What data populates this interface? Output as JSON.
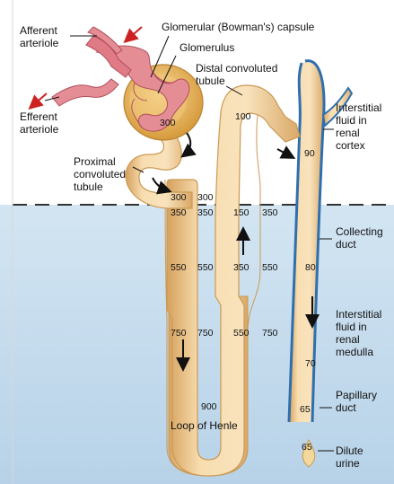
{
  "labels": {
    "afferent": [
      "Afferent",
      "arteriole"
    ],
    "efferent": [
      "Efferent",
      "arteriole"
    ],
    "capsule": "Glomerular (Bowman's) capsule",
    "glomerulus": "Glomerulus",
    "distal": [
      "Distal convoluted",
      "tubule"
    ],
    "proximal": [
      "Proximal",
      "convoluted",
      "tubule"
    ],
    "interstitial_cortex": [
      "Interstitial",
      "fluid in",
      "renal",
      "cortex"
    ],
    "collecting_duct": [
      "Collecting",
      "duct"
    ],
    "interstitial_medulla": [
      "Interstitial",
      "fluid in",
      "renal",
      "medulla"
    ],
    "papillary_duct": [
      "Papillary",
      "duct"
    ],
    "loop": "Loop of Henle",
    "dilute_urine": [
      "Dilute",
      "urine"
    ]
  },
  "values": {
    "capsule_300": "300",
    "distal_100": "100",
    "cortex_90": "90",
    "desc_300": "300",
    "int_300": "300",
    "desc_350": "350",
    "int_350a": "350",
    "asc_150": "150",
    "int_350b": "350",
    "desc_550": "550",
    "int_550a": "550",
    "asc_350": "350",
    "int_550b": "550",
    "cd_80": "80",
    "desc_750": "750",
    "int_750a": "750",
    "asc_550": "550",
    "int_750b": "750",
    "cd_70": "70",
    "loop_900": "900",
    "cd_65": "65",
    "urine_65": "65"
  },
  "colors": {
    "cortex_bg": "#ffffff",
    "medulla_bg": "#c5dcee",
    "tubule_fill": "#f6d9a6",
    "tubule_stroke": "#c99a55",
    "duct_edge": "#2f6fae",
    "artery": "#e07b86",
    "capsule": "#e8b860",
    "arrow_red": "#cc2222"
  }
}
